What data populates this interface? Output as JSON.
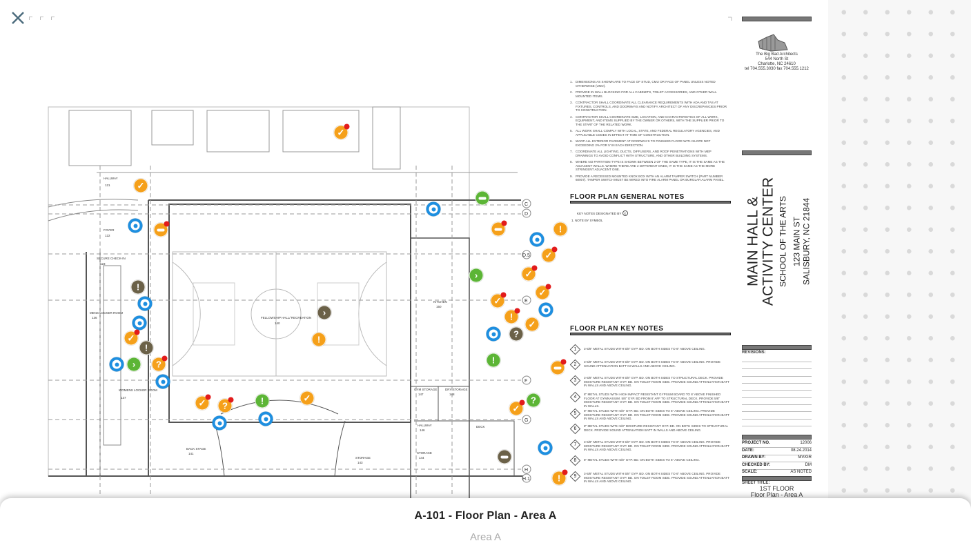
{
  "sheet": {
    "title": "A-101 - Floor Plan - Area A",
    "subtitle": "Area A"
  },
  "architect": {
    "name": "The Big Bad Architects",
    "street": "544 North St",
    "city": "Charlotte, NC 24610",
    "phone": "tel 704.555.3030 fax 704.555.1212"
  },
  "project": {
    "line1": "MAIN HALL &",
    "line2": "ACTIVITY CENTER",
    "school": "SCHOOL OF THE ARTS",
    "address1": "123 MAIN ST",
    "address2": "SALISBURY, NC 21844"
  },
  "general_notes": {
    "heading": "FLOOR PLAN GENERAL NOTES",
    "items": [
      "DIMENSIONS AS SHOWN ARE TO FACE OF STUD, CMU OR FACE OF PANEL UNLESS NOTED OTHERWISE (UNO).",
      "PROVIDE IN WALL BLOCKING FOR ALL CABINETS, TOILET ACCESSORIES, AND OTHER WALL MOUNTED ITEMS.",
      "CONTRACTOR SHALL COORDINATE ALL CLEARANCE REQUIREMENTS WITH ADA AND TAS AT FIXTURES, CONTROLS, AND DOORWAYS AND NOTIFY ARCHITECT OF ANY DISCREPANCIES PRIOR TO CONSTRUCTION.",
      "CONTRACTOR SHALL COORDINATE SIZE, LOCATION, AND CHARACTERISTICS OF ALL WORK, EQUIPMENT, AND ITEMS SUPPLIED BY THE OWNER OR OTHERS, WITH THE SUPPLIER PRIOR TO THE START OF THE RELATED WORK.",
      "ALL WORK SHALL COMPLY WITH LOCAL, STATE, AND FEDERAL REGULATORY AGENCIES, AND APPLICABLE CODES IN EFFECT AT TIME OF CONSTRUCTION.",
      "WARP ALL EXTERIOR PAVEMENT AT DOORWAYS TO FINISHED FLOOR WITH SLOPE NOT EXCEEDING 2% FOR 5' IN EACH DIRECTION.",
      "COORDINATE ALL LIGHTING, DUCTS, DIFFUSERS, AND ROOF PENETRATIONS WITH MEP DRAWINGS TO AVOID CONFLICT WITH STRUCTURE, AND OTHER BUILDING SYSTEMS.",
      "WHERE NO PARTITION TYPE IS SHOWN BETWEEN 2 OF THE SAME TYPE, IT IS THE SAME AS THE ADJACENT WALLS. WHERE THERE ARE 2 DIFFERENT ONES, IT IS THE SAME AS THE MORE STRINGENT ADJACENT ONE.",
      "PROVIDE A RECESSED MOUNTED KNOX BOX WITH AN ALARM TAMPER SWITCH (PART NUMBER 60007). TAMPER SWITCH MUST BE WIRED INTO FIRE ALARM PANEL OR BURGLAR ALARM PANEL."
    ],
    "key_designation": "KEY NOTES DESIGNATED BY",
    "key_symbol": "X",
    "note_by_symbol": "1. NOTE BY SYMBOL"
  },
  "key_notes": {
    "heading": "FLOOR PLAN KEY NOTES",
    "items": [
      {
        "n": "1",
        "text": "3-5/8\" METAL STUDS WITH 5/8\" GYP. BD. ON BOTH SIDES TO 6\" ABOVE CEILING."
      },
      {
        "n": "2",
        "text": "3-5/8\" METAL STUDS WITH 5/8\" GYP. BD. ON BOTH SIDES TO 6\" ABOVE CEILING. PROVIDE SOUND ATTENUATION BATT IN WALLS AND ABOVE CEILING."
      },
      {
        "n": "3",
        "text": "3-5/8\" METAL STUDS WITH 5/8\" GYP. BD. ON BOTH SIDES TO STRUCTURAL DECK. PROVIDE MOISTURE RESISTANT GYP. BD. ON TOILET ROOM SIDE. PROVIDE SOUND ATTENUATION BATT IN WALLS AND ABOVE CEILING."
      },
      {
        "n": "4",
        "text": "8\" METAL STUDS WITH HIGH IMPACT RESISTANT GYPSUM BOARD TO 8' ABOVE FINISHED FLOOR AT GYMNASIUM. 5/8\" GYP. BD FROM 8' AFF TO STRUCTURAL DECK. PROVIDE 5/8\" MOISTURE RESISTANT GYP. BD. ON TOILET ROOM SIDE. PROVIDE SOUND ATTENUATION BATT IN WALLS."
      },
      {
        "n": "5",
        "text": "8\" METAL STUDS WITH 5/8\" GYP. BD. ON BOTH SIDES TO 6\" ABOVE CEILING. PROVIDE MOISTURE RESISTANT GYP. BD. ON TOILET ROOM SIDE. PROVIDE SOUND ATTENUATION BATT IN WALLS AND ABOVE CEILING."
      },
      {
        "n": "6",
        "text": "8\" METAL STUDS WITH 5/8\" MOISTURE RESISTANT GYP. BD. ON BOTH SIDES TO STRUCTURAL DECK. PROVIDE SOUND ATTENUATION BATT IN WALLS AND ABOVE CEILING."
      },
      {
        "n": "7",
        "text": "3-5/8\" METAL STUDS WITH 5/8\" GYP. BD. ON BOTH SIDES TO 6\" ABOVE CEILING. PROVIDE MOISTURE RESISTANT GYP. BD. ON TOILET ROOM SIDE. PROVIDE SOUND ATTENUATION BATT IN WALLS AND ABOVE CEILING."
      },
      {
        "n": "8",
        "text": "8\" METAL STUDS WITH 5/8\" GYP. BD. ON BOTH SIDES TO 6\" ABOVE CEILING."
      },
      {
        "n": "9",
        "text": "3-5/8\" METAL STUDS WITH 5/8\" GYP. BD. ON BOTH SIDES TO 6\" ABOVE CEILING. PROVIDE MOISTURE RESISTANT GYP. BD. ON TOILET ROOM SIDE. PROVIDE SOUND ATTENUATION BATT IN WALLS AND ABOVE CEILING."
      }
    ]
  },
  "title_block": {
    "revisions_label": "REVISIONS:",
    "project_no_label": "PROJECT NO.",
    "project_no": "12006",
    "date_label": "DATE:",
    "date": "08.24.2014",
    "drawn_by_label": "DRAWN BY:",
    "drawn_by": "MV/GR",
    "checked_by_label": "CHECKED BY:",
    "checked_by": "DM",
    "scale_label": "SCALE:",
    "scale": "AS NOTED",
    "sheet_title_label": "SHEET TITLE:",
    "sheet_title_1": "1ST FLOOR",
    "sheet_title_2": "Floor Plan - Area A"
  },
  "rooms": {
    "hallway": "HALLWAY",
    "hallway_no": "121",
    "foyer": "FOYER",
    "foyer_no": "122",
    "secure": "SECURE CHECK-IN",
    "secure_no": "123",
    "recreation": "FELLOWSHIP HALL/ RECREATION",
    "recreation_no": "140",
    "kitchen": "KITCHEN",
    "kitchen_no": "150",
    "gym_storage": "GYM STORAGE",
    "gym_storage_no": "147",
    "dry_storage": "DRY STORAGE",
    "dry_storage_no": "148",
    "hallway2": "HALLWAY",
    "hallway2_no": "146",
    "storage": "STORAGE",
    "storage_no": "144",
    "storage2": "STORAGE",
    "storage2_no": "143",
    "deck": "DECK",
    "backstage": "BACK STAGE",
    "backstage_no": "141",
    "womens": "WOMENS LOCKER ROOM",
    "womens_no": "137",
    "mens": "MENS LOCKER ROOM",
    "mens_no": "136"
  },
  "grid_labels": [
    "C",
    "D",
    "D.5",
    "E",
    "F",
    "G",
    "H",
    "H.1"
  ],
  "pin_colors": {
    "open": "#f5a01a",
    "closed": "#5cb536",
    "draft": "#6b6148",
    "info": "#1e8fe0",
    "alert_dot": "#e21b1b"
  }
}
